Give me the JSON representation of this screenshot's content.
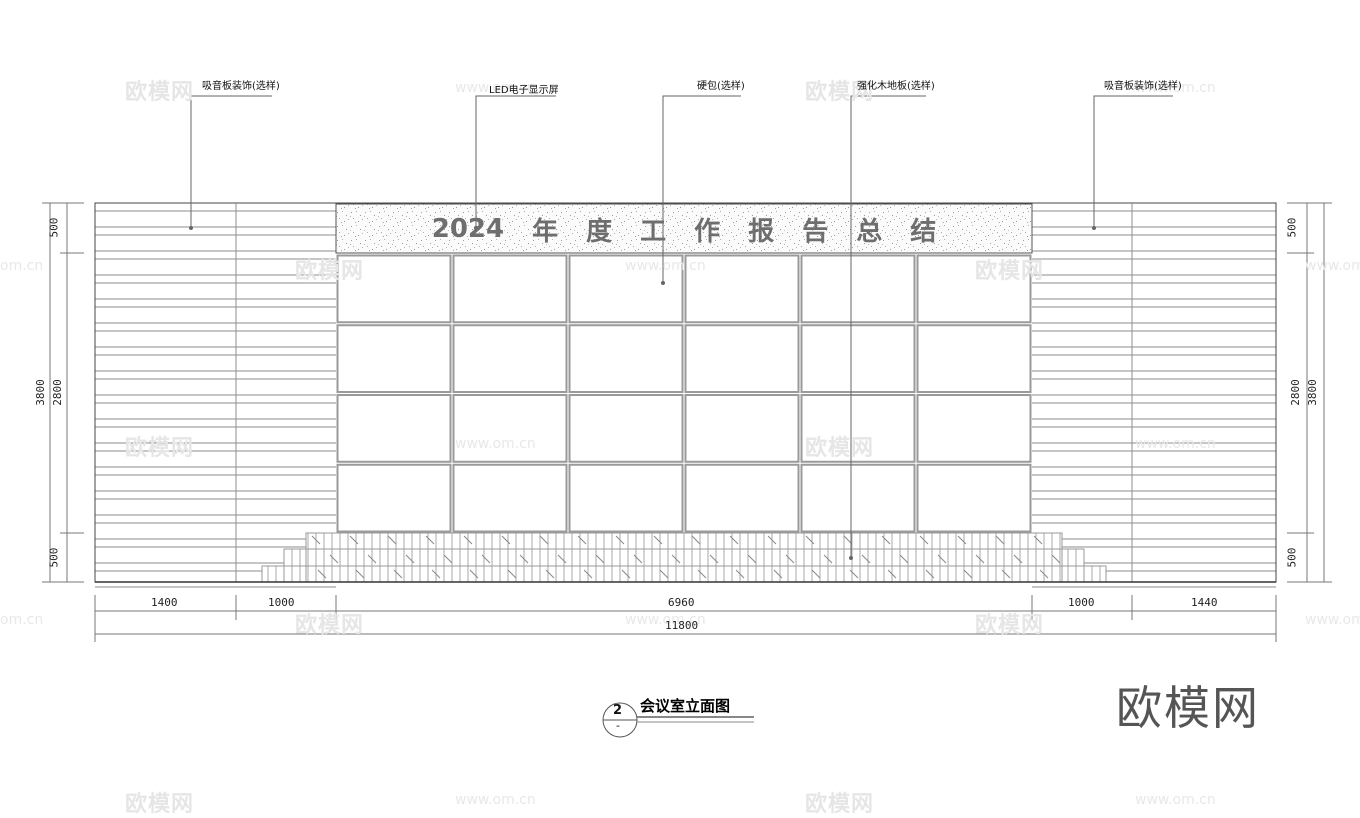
{
  "drawing": {
    "title": "会议室立面图",
    "index_number": "2",
    "index_sheet": "-",
    "banner_text": "2024 年 度 工 作 报 告 总 结",
    "banner_parts": [
      "2024",
      "年",
      "度",
      "工",
      "作",
      "报",
      "告",
      "总",
      "结"
    ]
  },
  "callouts": [
    {
      "label": "吸音板装饰(选样)",
      "target": "left-side-panel"
    },
    {
      "label": "LED电子显示屏",
      "target": "banner"
    },
    {
      "label": "硬包(选样)",
      "target": "center-panel-grid"
    },
    {
      "label": "强化木地板(选样)",
      "target": "stage-floor"
    },
    {
      "label": "吸音板装饰(选样)",
      "target": "right-side-panel"
    }
  ],
  "dimensions": {
    "bottom_segments": [
      "1400",
      "1000",
      "6960",
      "1000",
      "1440"
    ],
    "bottom_total": "11800",
    "left_segments": [
      "500",
      "2800",
      "500"
    ],
    "left_total": "3800",
    "right_segments": [
      "500",
      "2800",
      "500"
    ],
    "right_total": "3800"
  },
  "panel_grid": {
    "rows": 4,
    "cols": 6
  },
  "watermarks": {
    "brand": "欧模网",
    "url": "www.om.cn",
    "url_fragment": "om.cn"
  },
  "colors": {
    "line": "#8c8c8c",
    "outline": "#333333",
    "banner_text": "#6e6e6e",
    "watermark": "#e6e6e6"
  }
}
